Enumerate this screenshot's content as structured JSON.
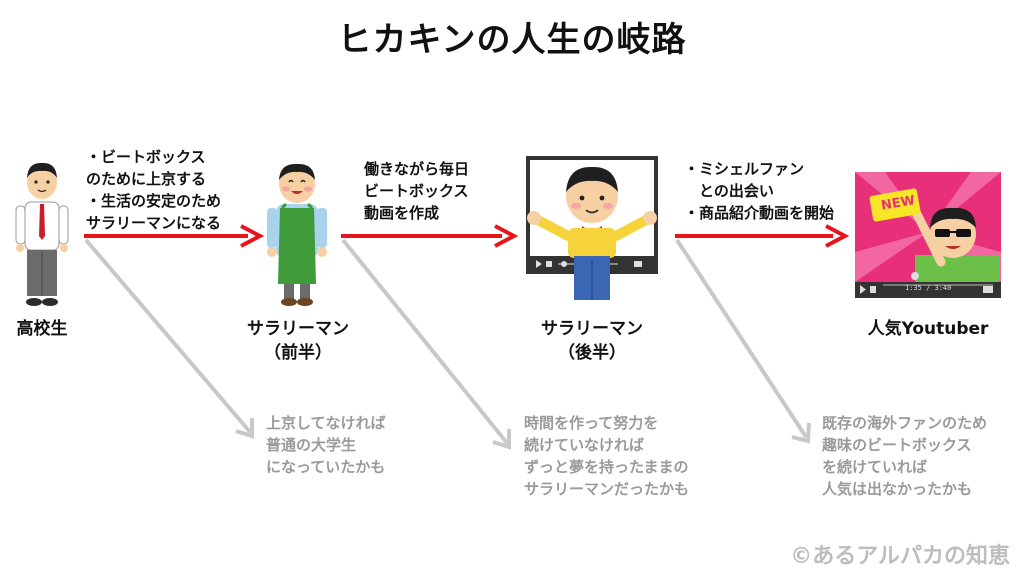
{
  "title": "ヒカキンの人生の岐路",
  "stages": [
    {
      "label": "高校生"
    },
    {
      "label": "サラリーマン\n（前半）"
    },
    {
      "label": "サラリーマン\n（後半）"
    },
    {
      "label": "人気Youtuber"
    }
  ],
  "transitions": [
    "・ビートボックス\nのために上京する\n・生活の安定のため\nサラリーマンになる",
    "働きながら毎日\nビートボックス\n動画を作成",
    "・ミシェルファン\n　との出会い\n・商品紹介動画を開始"
  ],
  "alternatives": [
    "上京してなければ\n普通の大学生\nになっていたかも",
    "時間を作って努力を\n続けていなければ\nずっと夢を持ったままの\nサラリーマンだったかも",
    "既存の海外ファンのため\n趣味のビートボックス\nを続けていれば\n人気は出なかったかも"
  ],
  "video_badge": "NEW",
  "video_time": "1:35 / 3:40",
  "copyright": "©あるアルパカの知恵",
  "colors": {
    "arrow_main": "#e8141b",
    "arrow_alt": "#c8c8c8",
    "alt_text": "#9a9a9a",
    "badge": "#f6e626",
    "video_bg": "#e8307a"
  }
}
